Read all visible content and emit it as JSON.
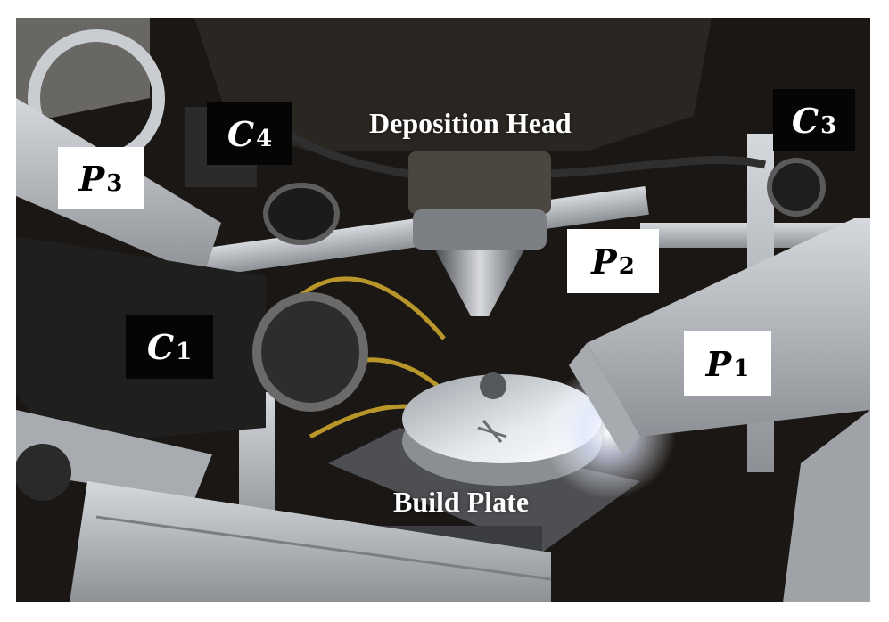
{
  "captions": {
    "deposition_head": "Deposition Head",
    "build_plate": "Build Plate"
  },
  "labels": {
    "p3": {
      "letter": "P",
      "sub": "3"
    },
    "c4": {
      "letter": "C",
      "sub": "4"
    },
    "c3": {
      "letter": "C",
      "sub": "3"
    },
    "p2": {
      "letter": "P",
      "sub": "2"
    },
    "c1": {
      "letter": "C",
      "sub": "1"
    },
    "p1": {
      "letter": "P",
      "sub": "1"
    }
  },
  "colors": {
    "label_light_bg": "#ffffff",
    "label_dark_bg": "#050505",
    "aluminum": "#b9bcc0",
    "plate_highlight": "#e8ecef"
  }
}
